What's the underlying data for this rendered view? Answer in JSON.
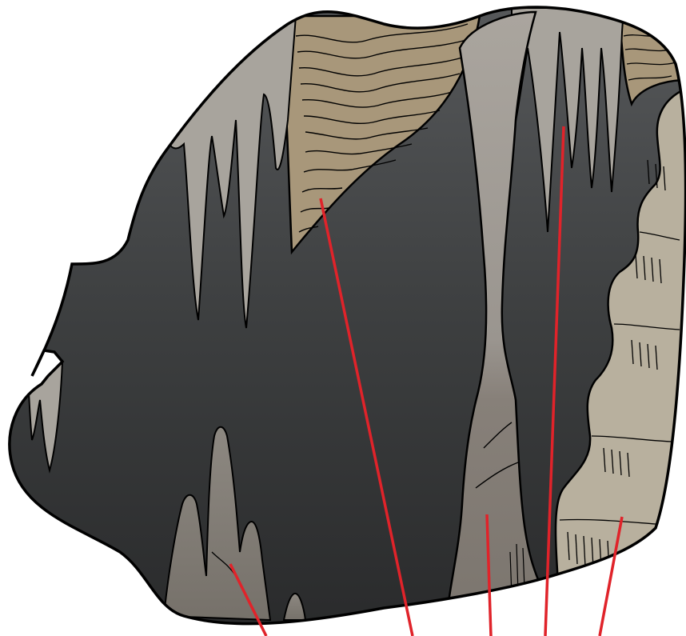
{
  "diagram": {
    "subject": "cave-formations",
    "labels": [],
    "pointer_lines": [
      {
        "id": "stalagmite-pointer",
        "target": "stalagmite"
      },
      {
        "id": "drapery-pointer",
        "target": "drapery"
      },
      {
        "id": "column-pointer",
        "target": "column"
      },
      {
        "id": "soda-straw-pointer",
        "target": "soda-straw"
      },
      {
        "id": "flowstone-pointer",
        "target": "flowstone"
      }
    ],
    "colors": {
      "cave_dark": "#2f3031",
      "cave_mid": "#4f5152",
      "formation_grey": "#a8a49d",
      "formation_dark_grey": "#7d7872",
      "drapery_brown": "#a8977a",
      "flowstone_tan": "#b8b09e",
      "pointer_red": "#e0232a",
      "outline": "#000000"
    }
  }
}
